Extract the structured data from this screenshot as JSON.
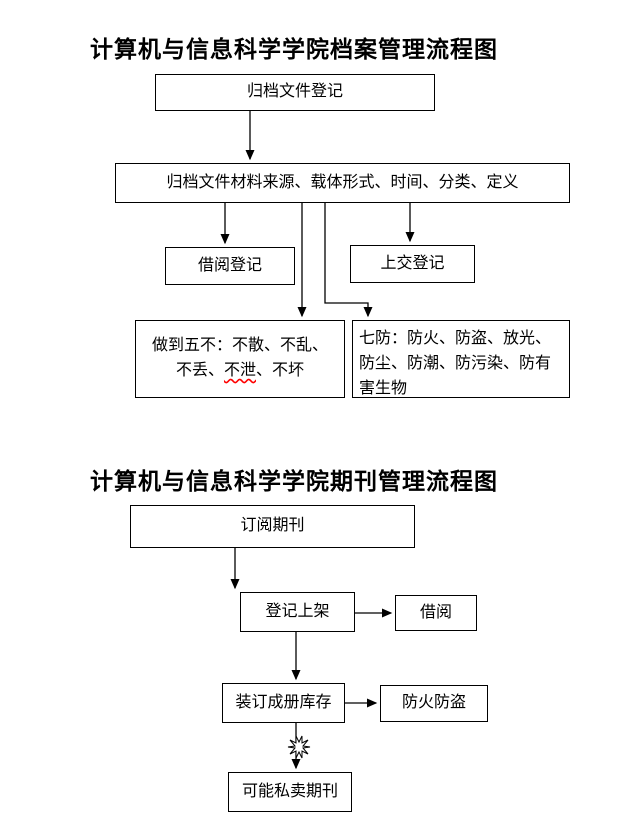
{
  "flowchart1": {
    "title": "计算机与信息科学学院档案管理流程图",
    "nodes": {
      "register": "归档文件登记",
      "materials": "归档文件材料来源、载体形式、时间、分类、定义",
      "borrow_register": "借阅登记",
      "submit_register": "上交登记",
      "five_no_line1": "做到五不：不散、不乱、",
      "five_no_line2a": "不丢、",
      "five_no_line2b": "不泄",
      "five_no_line2c": "、不坏",
      "seven_prevent": "七防：防火、防盗、放光、防尘、防潮、防污染、防有害生物"
    }
  },
  "flowchart2": {
    "title": "计算机与信息科学学院期刊管理流程图",
    "nodes": {
      "subscribe": "订阅期刊",
      "shelve": "登记上架",
      "borrow": "借阅",
      "bind_stock": "装订成册库存",
      "fire_theft": "防火防盗",
      "private_sale": "可能私卖期刊"
    }
  }
}
